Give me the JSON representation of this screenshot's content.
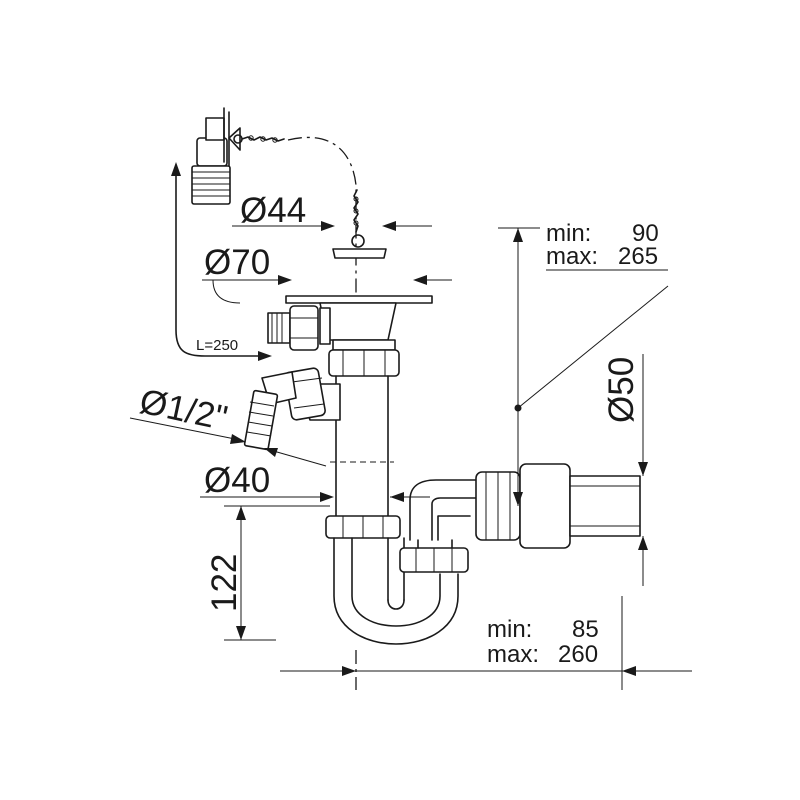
{
  "dimensions": {
    "plug_diameter": "Ø44",
    "strainer_diameter": "Ø70",
    "hose_length": "L=250",
    "side_inlet_thread": "Ø1/2\"",
    "trap_diameter": "Ø40",
    "trap_depth": "122",
    "outlet_diameter": "Ø50",
    "height_range": {
      "min_label": "min:",
      "min_value": "90",
      "max_label": "max:",
      "max_value": "265"
    },
    "width_range": {
      "min_label": "min:",
      "min_value": "85",
      "max_label": "max:",
      "max_value": "260"
    }
  }
}
